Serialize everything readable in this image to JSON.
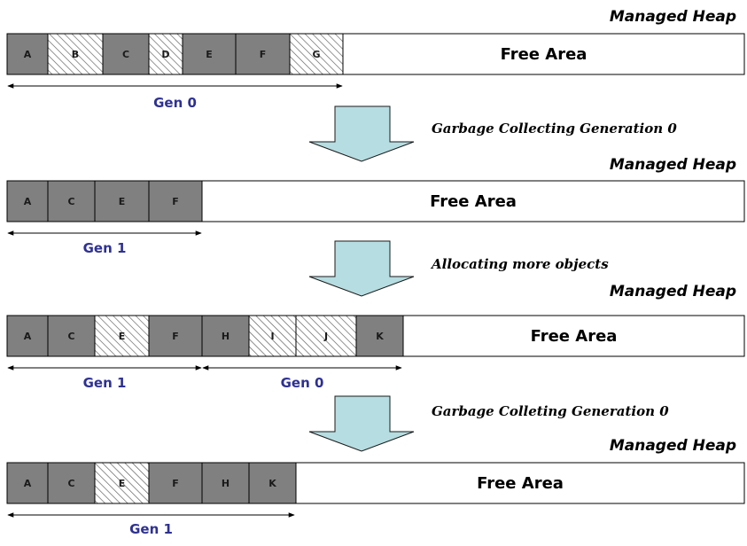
{
  "colors": {
    "live_block": "#808080",
    "dead_block_hatch": "#5a5a5a",
    "free_area": "#ffffff",
    "arrow_fill": "#b6dde1",
    "gen_label": "#2e3192"
  },
  "free_label": "Free Area",
  "heap_label": "Managed Heap",
  "sections": [
    {
      "blocks": [
        {
          "label": "A",
          "state": "live"
        },
        {
          "label": "B",
          "state": "dead"
        },
        {
          "label": "C",
          "state": "live"
        },
        {
          "label": "D",
          "state": "dead"
        },
        {
          "label": "E",
          "state": "live"
        },
        {
          "label": "F",
          "state": "live"
        },
        {
          "label": "G",
          "state": "dead"
        }
      ],
      "generations": [
        "Gen 0"
      ]
    },
    {
      "blocks": [
        {
          "label": "A",
          "state": "live"
        },
        {
          "label": "C",
          "state": "live"
        },
        {
          "label": "E",
          "state": "live"
        },
        {
          "label": "F",
          "state": "live"
        }
      ],
      "generations": [
        "Gen 1"
      ]
    },
    {
      "blocks": [
        {
          "label": "A",
          "state": "live"
        },
        {
          "label": "C",
          "state": "live"
        },
        {
          "label": "E",
          "state": "dead"
        },
        {
          "label": "F",
          "state": "live"
        },
        {
          "label": "H",
          "state": "live"
        },
        {
          "label": "I",
          "state": "dead"
        },
        {
          "label": "J",
          "state": "dead"
        },
        {
          "label": "K",
          "state": "live"
        }
      ],
      "generations": [
        "Gen 1",
        "Gen 0"
      ]
    },
    {
      "blocks": [
        {
          "label": "A",
          "state": "live"
        },
        {
          "label": "C",
          "state": "live"
        },
        {
          "label": "E",
          "state": "dead"
        },
        {
          "label": "F",
          "state": "live"
        },
        {
          "label": "H",
          "state": "live"
        },
        {
          "label": "K",
          "state": "live"
        }
      ],
      "generations": [
        "Gen 1"
      ]
    }
  ],
  "transitions": [
    {
      "caption": "Garbage Collecting Generation 0"
    },
    {
      "caption": "Allocating more objects"
    },
    {
      "caption": "Garbage Colleting Generation 0"
    }
  ]
}
